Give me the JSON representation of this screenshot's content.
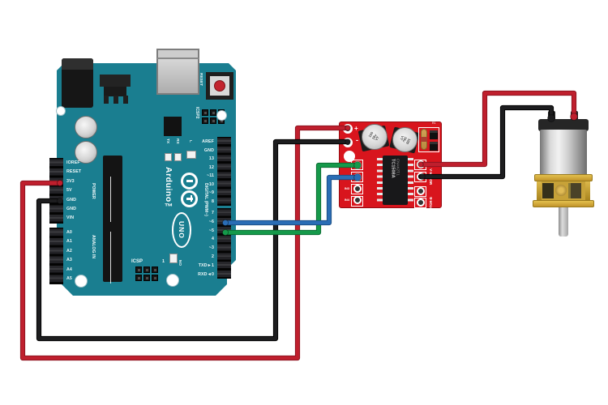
{
  "colors": {
    "arduino_teal": "#1a7e90",
    "driver_red": "#d8151d",
    "wire_red": "#bf1f2d",
    "wire_black": "#1d1d1f",
    "wire_green": "#15994a",
    "wire_blue": "#2a6db5",
    "gold": "#d2a63e",
    "silver": "#c9c9c9"
  },
  "arduino": {
    "brand_label": "Arduino™",
    "model_label": "UNO",
    "reset_button_label": "RESET",
    "icsp2_label": "ICSP2",
    "icsp_label": "ICSP",
    "icsp_pin1_label": "1",
    "tx_label": "TX",
    "rx_label": "RX",
    "l_led_label": "L",
    "on_led_label": "ON",
    "digital_header_label": "DIGITAL (PWM~)",
    "power_header_label": "POWER",
    "analog_header_label": "ANALOG IN",
    "power_pins": [
      "IOREF",
      "RESET",
      "3V3",
      "5V",
      "GND",
      "GND",
      "VIN"
    ],
    "analog_pins": [
      "A0",
      "A1",
      "A2",
      "A3",
      "A4",
      "A5"
    ],
    "digital_pins_upper": [
      "AREF",
      "GND",
      "13",
      "12",
      "~11",
      "~10",
      "~9",
      "8"
    ],
    "digital_pins_lower": [
      "7",
      "~6",
      "~5",
      "4",
      "~3",
      "2",
      "TXD►1",
      "RXD◄0"
    ]
  },
  "driver": {
    "power_plus_label": "+",
    "power_minus_label": "-",
    "cap_lines": [
      "100",
      "16v",
      "VT"
    ],
    "r1_label": "R1",
    "ic_label_line1": "TC1508A",
    "ic_label_line2": "CNAK2T.1",
    "in_pin_labels": [
      "IN1",
      "IN2",
      "IN3",
      "IN4"
    ],
    "motor_a_label": "MOTOR-A",
    "motor_b_label": "MOTOR-B"
  },
  "connections": [
    {
      "wire": "red",
      "from": "Arduino 3V3",
      "to": "Driver +"
    },
    {
      "wire": "black",
      "from": "Arduino GND",
      "to": "Driver -"
    },
    {
      "wire": "green",
      "from": "Arduino D5",
      "to": "Driver IN1"
    },
    {
      "wire": "blue",
      "from": "Arduino D6",
      "to": "Driver IN2"
    },
    {
      "wire": "red",
      "from": "Driver MOTOR-A pin 1",
      "to": "Motor terminal right"
    },
    {
      "wire": "black",
      "from": "Driver MOTOR-A pin 2",
      "to": "Motor terminal left"
    }
  ]
}
